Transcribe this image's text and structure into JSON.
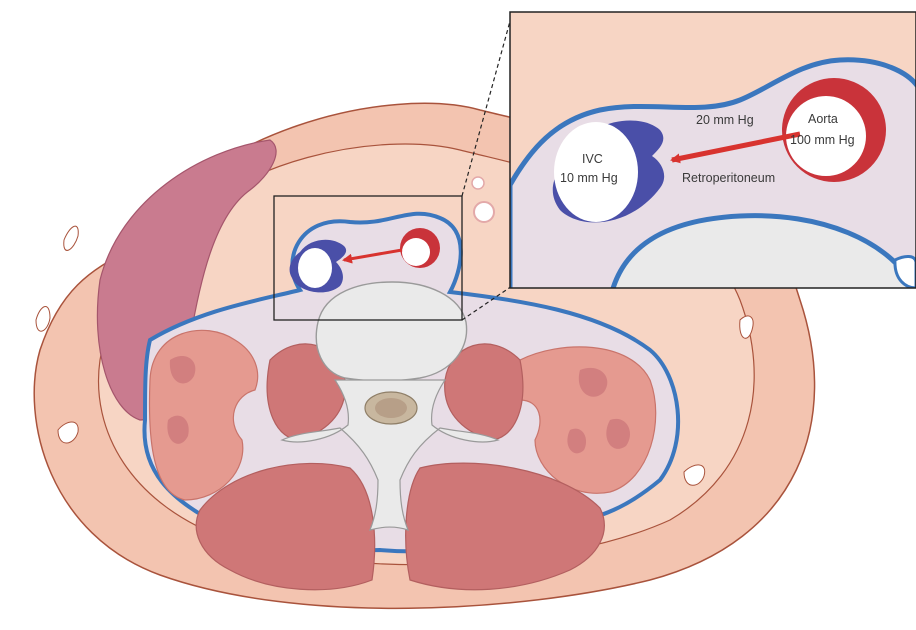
{
  "figure": {
    "labels": {
      "pressure_gradient": "20 mm Hg",
      "aorta_name": "Aorta",
      "aorta_pressure": "100 mm Hg",
      "ivc_name": "IVC",
      "ivc_pressure": "10 mm Hg",
      "retroperitoneum": "Retroperitoneum"
    },
    "colors": {
      "skin": "#f3c4b0",
      "skin_outline": "#a9533c",
      "abdominal_cavity": "#f7d5c4",
      "retroperitoneal_space": "#e8dde6",
      "peritoneal_line": "#3b77be",
      "liver": "#c97b8f",
      "kidney": "#e59a90",
      "muscle": "#cf7777",
      "bone": "#eaeaea",
      "ivc": "#4a4fa8",
      "aorta": "#c9333a",
      "arrow": "#d8332f"
    }
  }
}
